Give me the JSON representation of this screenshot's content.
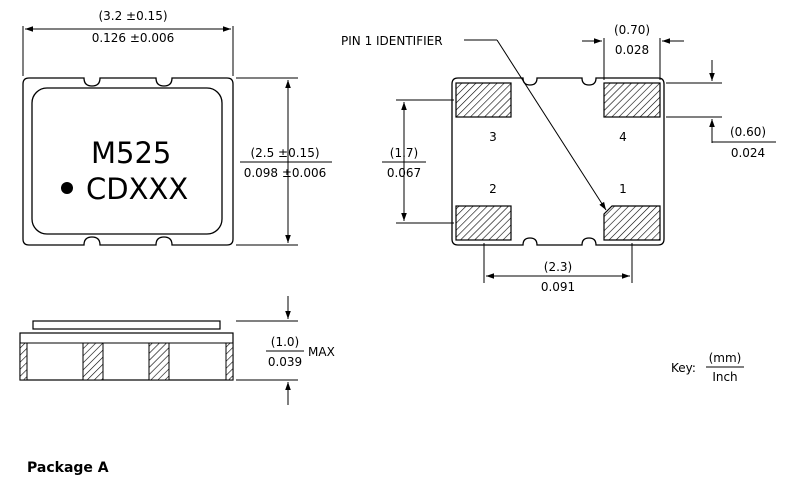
{
  "top_view": {
    "width_mm": "(3.2 ±0.15)",
    "width_in": "0.126 ±0.006",
    "height_mm": "(2.5 ±0.15)",
    "height_in": "0.098 ±0.006",
    "marking_line1": "M525",
    "marking_line2": "CDXXX"
  },
  "side_view": {
    "height_mm": "(1.0)",
    "height_in": "0.039",
    "max_label": "MAX"
  },
  "bottom_view": {
    "pin1_identifier": "PIN 1 IDENTIFIER",
    "pad_width_mm": "(0.70)",
    "pad_width_in": "0.028",
    "pad_height_mm": "(0.60)",
    "pad_height_in": "0.024",
    "pitch_vertical_mm": "(1.7)",
    "pitch_vertical_in": "0.067",
    "pitch_horizontal_mm": "(2.3)",
    "pitch_horizontal_in": "0.091",
    "pins": [
      "1",
      "2",
      "3",
      "4"
    ]
  },
  "key": {
    "label": "Key:",
    "unit_top": "(mm)",
    "unit_bottom": "Inch"
  },
  "package_label": "Package A"
}
